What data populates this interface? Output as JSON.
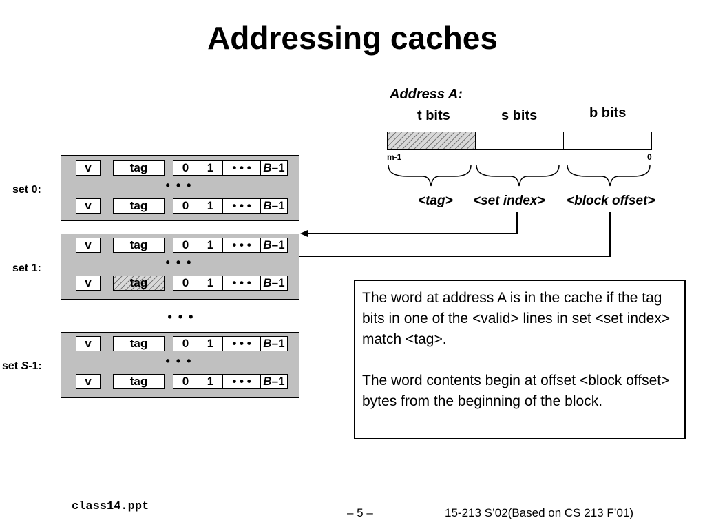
{
  "title": "Addressing caches",
  "address": {
    "label": "Address A:",
    "t_bits": "t bits",
    "s_bits": "s bits",
    "b_bits": "b bits",
    "high_bit": "m-1",
    "low_bit": "0",
    "tag_field": "<tag>",
    "set_index_field": "<set index>",
    "block_offset_field": "<block offset>"
  },
  "cache": {
    "line_cells": {
      "valid": "v",
      "tag": "tag",
      "byte0": "0",
      "byte1": "1",
      "ellipsis": "• • •",
      "last_italic": "B",
      "last_rest": "–1"
    },
    "row_dots": "• • •",
    "between_sets_dots": "• • •",
    "sets": [
      {
        "label": "set 0:",
        "highlight_tag": false
      },
      {
        "label": "set 1:",
        "highlight_tag": true
      },
      {
        "label_prefix": "set ",
        "label_italic": "S",
        "label_suffix": "-1:",
        "highlight_tag": false
      }
    ]
  },
  "note": {
    "paragraph1": "The word at address A is in the cache if the tag bits in one of the <valid> lines in set <set index> match <tag>.",
    "paragraph2": "The word contents begin at offset <block offset> bytes from the beginning of the block."
  },
  "footer": {
    "file": "class14.ppt",
    "page": "– 5 –",
    "course": "15-213 S’02(Based on CS 213 F’01)"
  }
}
